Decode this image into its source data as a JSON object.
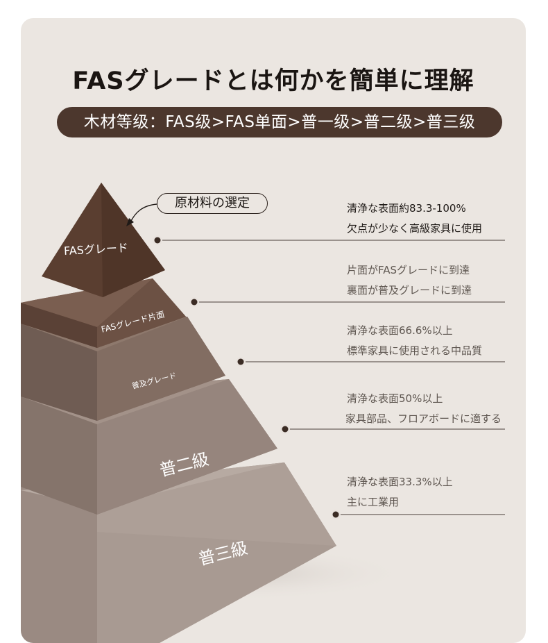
{
  "title": "FASグレードとは何かを簡単に理解",
  "banner": "木材等级：FAS级>FAS单面>普一级>普二级>普三级",
  "callout": "原材料の選定",
  "tiers": [
    {
      "label": "FASグレード",
      "color": "#5a3e30",
      "lines": [
        "清浄な表面約83.3-100%",
        "欠点が少なく高級家具に使用"
      ]
    },
    {
      "label": "FASグレード片面",
      "color": "#6b5245",
      "lines": [
        "片面がFASグレードに到達",
        "裏面が普及グレードに到達"
      ]
    },
    {
      "label": "普及グレード",
      "color": "#7d685c",
      "lines": [
        "清浄な表面66.6%以上",
        "標準家具に使用される中品質"
      ]
    },
    {
      "label": "普二級",
      "color": "#93817a",
      "lines": [
        "清浄な表面50%以上",
        "家具部品、フロアボードに適する"
      ]
    },
    {
      "label": "普三級",
      "color": "#a89a92",
      "lines": [
        "清浄な表面33.3%以上",
        "主に工業用"
      ]
    }
  ]
}
